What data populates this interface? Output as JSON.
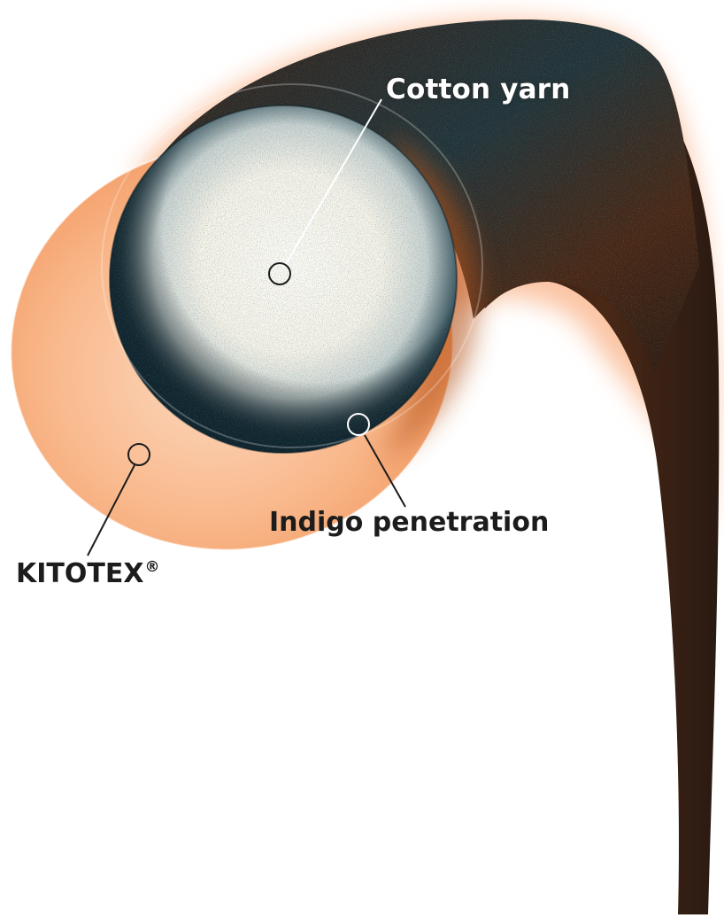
{
  "diagram": {
    "labels": {
      "cotton_yarn": "Cotton yarn",
      "indigo_penetration": "Indigo penetration",
      "kitotex": "KITOTEX",
      "kitotex_mark": "®"
    },
    "colors": {
      "background": "#ffffff",
      "kitotex_coating": "#f6a36d",
      "yarn_brown": "#3a1f12",
      "indigo": "#12303c",
      "cotton_core": "#fbf7ee",
      "label_dark": "#1c1c1c",
      "label_light": "#ffffff"
    }
  }
}
